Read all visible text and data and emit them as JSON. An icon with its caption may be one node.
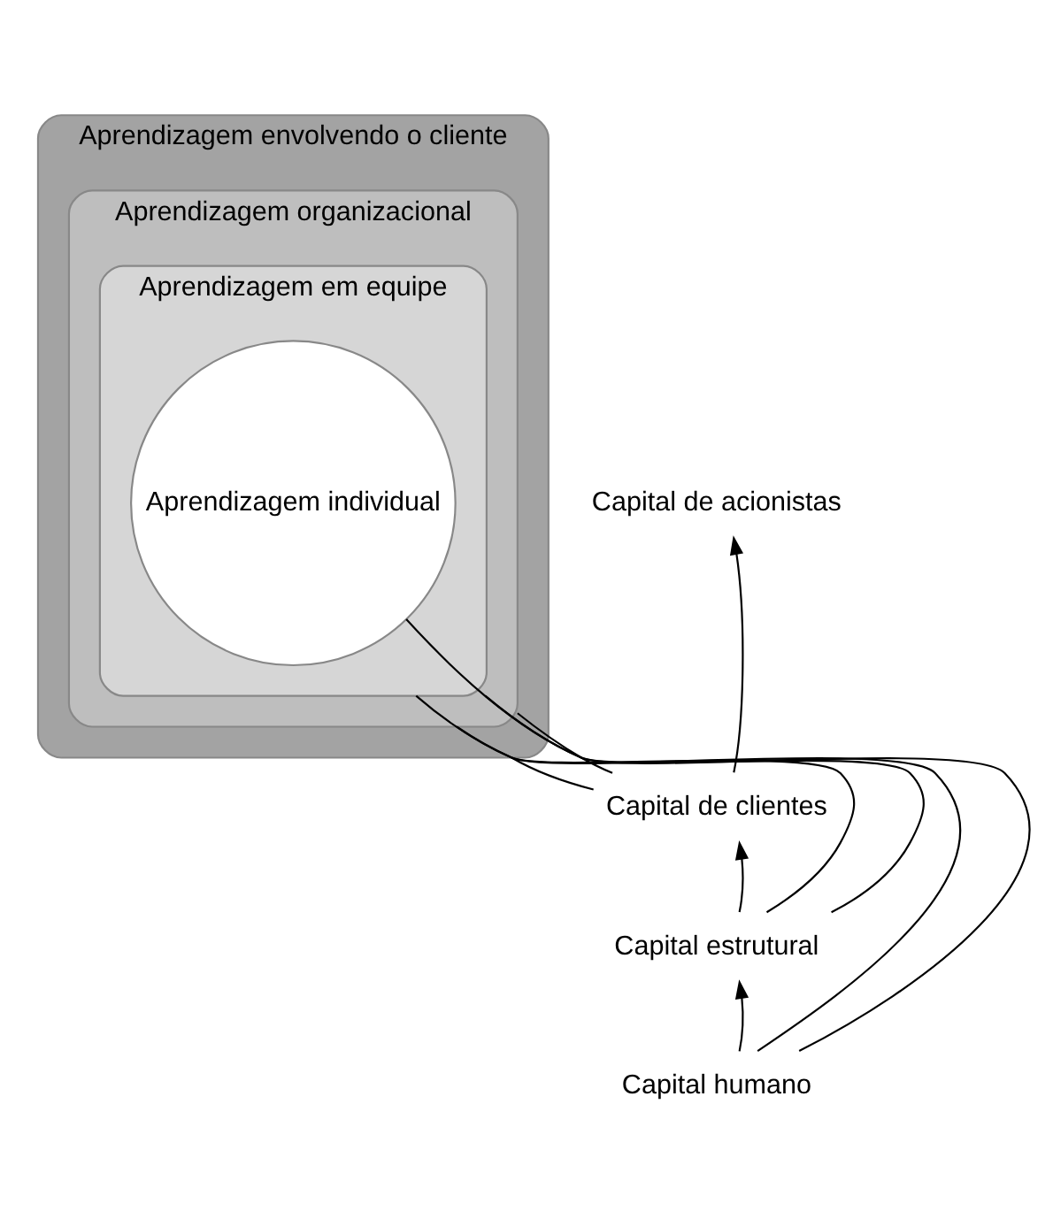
{
  "diagram": {
    "nodes": [
      {
        "text": [
          "Aprendizagem envolvendo o cliente"
        ]
      },
      {
        "text": [
          "Aprendizagem organizacional"
        ],
        "in": 0
      },
      {
        "text": [
          "Aprendizagem em equipe"
        ],
        "in": 1
      },
      {
        "text": [
          "Aprendizagem individual"
        ],
        "in": 2
      },
      {
        "text": [
          "Capital de acionistas"
        ]
      },
      {
        "text": [
          "Capital de clientes"
        ]
      },
      {
        "text": [
          "Capital estrutural"
        ]
      },
      {
        "text": [
          "Capital humano"
        ]
      }
    ],
    "edges": [
      {
        "from": 7,
        "to": 6,
        "arrow": "to"
      },
      {
        "from": 6,
        "to": 5,
        "arrow": "to"
      },
      {
        "from": 5,
        "to": 4,
        "arrow": "to"
      },
      {
        "from": 0,
        "to": 5,
        "arrow": "none"
      },
      {
        "from": 1,
        "to": 5,
        "arrow": "none"
      },
      {
        "from": 1,
        "to": 6,
        "arrow": "none"
      },
      {
        "from": 2,
        "to": 6,
        "arrow": "none"
      },
      {
        "from": 2,
        "to": 7,
        "arrow": "none"
      },
      {
        "from": 3,
        "to": 7,
        "arrow": "none"
      }
    ]
  }
}
